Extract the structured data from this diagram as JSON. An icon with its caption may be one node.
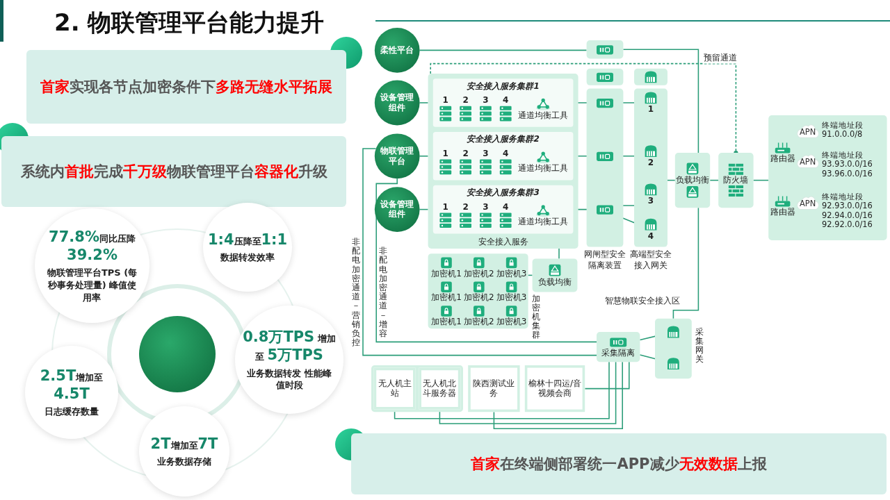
{
  "diagram": {
    "title": "2. 物联管理平台能力提升",
    "nodes": [
      {
        "text": [
          "**首家**实现各节点加密条件下**多路无缝水平拓展**"
        ]
      },
      {
        "text": [
          "系统内**首批**完成**千万级**物联管理平台**容器化**升级"
        ]
      },
      {
        "text": [],
        "shape": "circle"
      },
      {
        "text": [
          "**77.8%**同比压降 **39.2%**",
          "物联管理平台TPS (每秒事务处理量) 峰值使用率"
        ]
      },
      {
        "text": [
          "**1:4**压降至**1:1**",
          "数据转发效率"
        ]
      },
      {
        "text": [
          "**0.8万TPS** 增加至 **5万TPS**",
          "业务数据转发 性能峰值时段"
        ]
      },
      {
        "text": [
          "**2.5T**增加至 **4.5T**",
          "日志缓存数量"
        ]
      },
      {
        "text": [
          "**2T**增加至**7T**",
          "业务数据存储"
        ]
      },
      {
        "text": [
          "**首家**在终端侧部署统一APP减少**无效数据**上报"
        ]
      },
      {
        "text": [
          "柔性平台"
        ]
      },
      {
        "text": [
          "设备管理组件"
        ]
      },
      {
        "text": [
          "物联管理平台"
        ]
      },
      {
        "text": [
          "设备管理组件"
        ]
      },
      {
        "text": [
          "安全接入服务"
        ]
      },
      {
        "text": [
          "安全接入服务集群1"
        ],
        "in": 13
      },
      {
        "text": [
          "1"
        ],
        "in": 14
      },
      {
        "text": [
          "2"
        ],
        "in": 14
      },
      {
        "text": [
          "3"
        ],
        "in": 14
      },
      {
        "text": [
          "4"
        ],
        "in": 14
      },
      {
        "text": [
          "通道均衡工具"
        ],
        "in": 14
      },
      {
        "text": [
          "安全接入服务集群2"
        ],
        "in": 13
      },
      {
        "text": [
          "1"
        ],
        "in": 20
      },
      {
        "text": [
          "2"
        ],
        "in": 20
      },
      {
        "text": [
          "3"
        ],
        "in": 20
      },
      {
        "text": [
          "4"
        ],
        "in": 20
      },
      {
        "text": [
          "通道均衡工具"
        ],
        "in": 20
      },
      {
        "text": [
          "安全接入服务集群3"
        ],
        "in": 13
      },
      {
        "text": [
          "1"
        ],
        "in": 26
      },
      {
        "text": [
          "2"
        ],
        "in": 26
      },
      {
        "text": [
          "3"
        ],
        "in": 26
      },
      {
        "text": [
          "4"
        ],
        "in": 26
      },
      {
        "text": [
          "通道均衡工具"
        ],
        "in": 26
      },
      {
        "text": [],
        "shape": "box"
      },
      {
        "text": [],
        "shape": "box"
      },
      {
        "text": [
          "网闸型安全隔离装置"
        ]
      },
      {
        "text": [],
        "shape": "picture",
        "in": 34
      },
      {
        "text": [],
        "shape": "picture",
        "in": 34
      },
      {
        "text": [],
        "shape": "picture",
        "in": 34
      },
      {
        "text": [],
        "shape": "box"
      },
      {
        "text": [
          "高端型安全接入网关"
        ]
      },
      {
        "text": [
          "1"
        ],
        "in": 39
      },
      {
        "text": [
          "2"
        ],
        "in": 39
      },
      {
        "text": [
          "3"
        ],
        "in": 39
      },
      {
        "text": [
          "4"
        ],
        "in": 39
      },
      {
        "text": [
          "负载均衡"
        ]
      },
      {
        "text": [
          "防火墙"
        ]
      },
      {
        "text": [],
        "shape": "box"
      },
      {
        "text": [
          "路由器"
        ],
        "in": 46
      },
      {
        "text": [
          "路由器"
        ],
        "in": 46
      },
      {
        "text": [
          "APN"
        ],
        "in": 46,
        "beside": [
          "终端地址段",
          "91.0.0.0/8"
        ]
      },
      {
        "text": [
          "APN"
        ],
        "in": 46,
        "beside": [
          "终端地址段",
          "93.93.0.0/16",
          "93.96.0.0/16"
        ]
      },
      {
        "text": [
          "APN"
        ],
        "in": 46,
        "beside": [
          "终端地址段",
          "92.93.0.0/16",
          "92.94.0.0/16",
          "92.92.0.0/16"
        ]
      },
      {
        "text": [
          "加密机集群"
        ]
      },
      {
        "text": [
          "加密机1"
        ],
        "in": 52
      },
      {
        "text": [
          "加密机2"
        ],
        "in": 52
      },
      {
        "text": [
          "加密机3"
        ],
        "in": 52
      },
      {
        "text": [
          "加密机1"
        ],
        "in": 52
      },
      {
        "text": [
          "加密机2"
        ],
        "in": 52
      },
      {
        "text": [
          "加密机3"
        ],
        "in": 52
      },
      {
        "text": [
          "加密机1"
        ],
        "in": 52
      },
      {
        "text": [
          "加密机2"
        ],
        "in": 52
      },
      {
        "text": [
          "加密机3"
        ],
        "in": 52
      },
      {
        "text": [
          "负载均衡"
        ]
      },
      {
        "text": [
          "采集隔离"
        ]
      },
      {
        "text": [
          "采集网关"
        ]
      },
      {
        "text": [],
        "shape": "picture",
        "in": 64
      },
      {
        "text": [],
        "shape": "picture",
        "in": 64
      },
      {
        "text": [],
        "shape": "box"
      },
      {
        "text": [
          "无人机主站"
        ],
        "in": 67
      },
      {
        "text": [
          "无人机北斗服务器"
        ],
        "in": 67
      },
      {
        "text": [
          "陕西测试业务"
        ]
      },
      {
        "text": [
          "榆林十四运/音视频会商"
        ]
      }
    ],
    "edges": [
      {
        "from": 9,
        "to": 32,
        "arrow": "none"
      },
      {
        "from": 32,
        "to": 44,
        "arrow": "none"
      },
      {
        "from": 10,
        "to": 13,
        "arrow": "none"
      },
      {
        "from": 11,
        "to": 13,
        "arrow": "none"
      },
      {
        "from": 12,
        "to": 13,
        "arrow": "none"
      },
      {
        "from": 14,
        "to": 35,
        "arrow": "none"
      },
      {
        "from": 20,
        "to": 36,
        "arrow": "none"
      },
      {
        "from": 26,
        "to": 37,
        "arrow": "none"
      },
      {
        "from": 35,
        "to": 40,
        "arrow": "none"
      },
      {
        "from": 36,
        "to": 41,
        "arrow": "none"
      },
      {
        "from": 37,
        "to": 42,
        "arrow": "none"
      },
      {
        "from": 37,
        "to": 43,
        "arrow": "none"
      },
      {
        "from": 39,
        "to": 44,
        "arrow": "none"
      },
      {
        "from": 44,
        "to": 45,
        "arrow": "none"
      },
      {
        "from": 45,
        "to": 46,
        "arrow": "none"
      },
      {
        "from": 21,
        "to": 45,
        "arrow": "other",
        "style": "dashed",
        "label": "预留通道"
      },
      {
        "from": 13,
        "to": 62,
        "arrow": "none"
      },
      {
        "from": 52,
        "to": 62,
        "arrow": "none"
      },
      {
        "from": 11,
        "to": 63,
        "arrow": "none",
        "label": "非配电加密通道－营销负控"
      },
      {
        "from": 11,
        "to": 63,
        "arrow": "none",
        "label": "非配电加密通道－增容"
      },
      {
        "from": 63,
        "to": 65,
        "arrow": "none"
      },
      {
        "from": 63,
        "to": 66,
        "arrow": "none"
      },
      {
        "from": 64,
        "to": 44,
        "arrow": "none"
      },
      {
        "from": 68,
        "to": 63,
        "arrow": "none"
      },
      {
        "from": 69,
        "to": 63,
        "arrow": "none"
      },
      {
        "from": 70,
        "to": 63,
        "arrow": "none"
      },
      {
        "from": 71,
        "to": 63,
        "arrow": "none"
      }
    ],
    "labels": [
      "智慧物联安全接入区"
    ]
  }
}
